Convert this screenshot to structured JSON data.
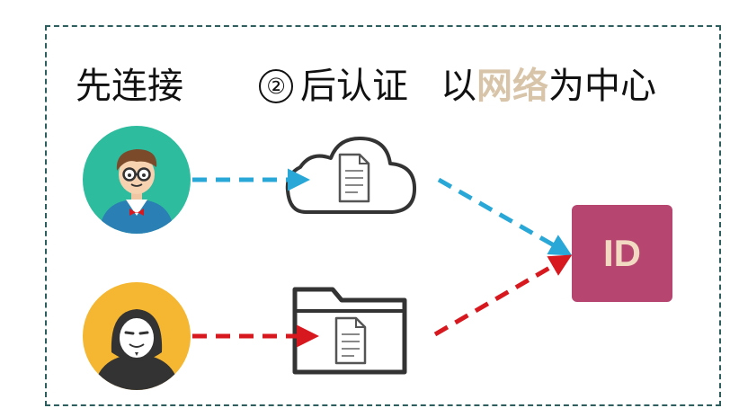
{
  "labels": {
    "connect_first": "先连接",
    "step_number": "②",
    "auth_after": "后认证",
    "prefix": "以",
    "highlight": "网络",
    "suffix": "为中心"
  },
  "id_box": {
    "text": "ID"
  },
  "icons": {
    "legit_user": "user-with-glasses-icon",
    "attacker": "anonymous-mask-icon",
    "cloud": "cloud-document-icon",
    "folder": "folder-document-icon"
  },
  "colors": {
    "blue_arrow": "#29a8d8",
    "red_arrow": "#d7191f",
    "user_circle": "#2ebc9e",
    "attacker_circle": "#f5b731",
    "id_box": "#b6466f",
    "highlight_text": "#d8c4a8",
    "frame_border": "#2e5e5e"
  }
}
